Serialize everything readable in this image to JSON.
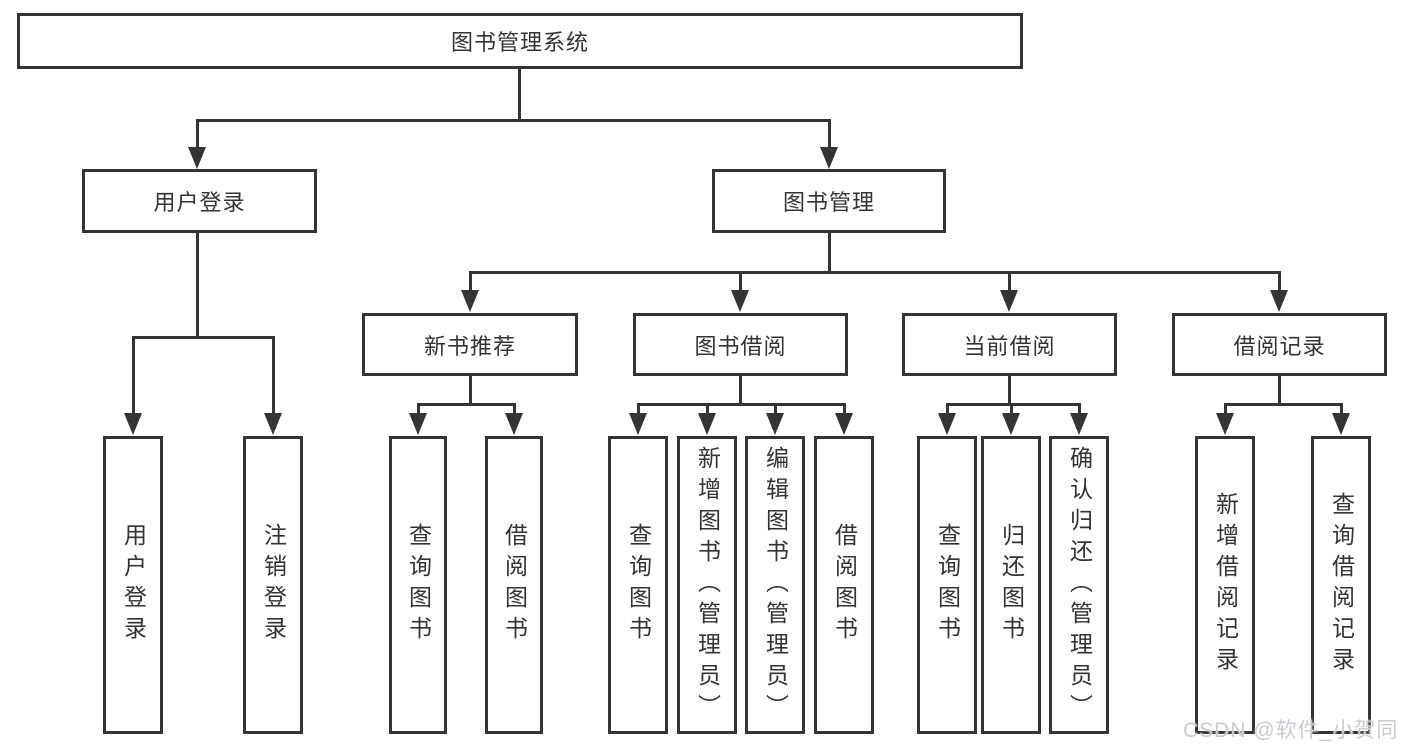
{
  "colors": {
    "line": "#343434",
    "text": "#333333",
    "watermark": "#c8ccd0",
    "background": "#ffffff"
  },
  "root": {
    "label": "图书管理系统"
  },
  "user_login": {
    "label": "用户登录",
    "children": [
      {
        "label": "用户登录"
      },
      {
        "label": "注销登录"
      }
    ]
  },
  "book_management": {
    "label": "图书管理",
    "modules": [
      {
        "label": "新书推荐",
        "children": [
          {
            "label": "查询图书"
          },
          {
            "label": "借阅图书"
          }
        ]
      },
      {
        "label": "图书借阅",
        "children": [
          {
            "label": "查询图书"
          },
          {
            "label": "新增图书（管理员）"
          },
          {
            "label": "编辑图书（管理员）"
          },
          {
            "label": "借阅图书"
          }
        ]
      },
      {
        "label": "当前借阅",
        "children": [
          {
            "label": "查询图书"
          },
          {
            "label": "归还图书"
          },
          {
            "label": "确认归还（管理员）"
          }
        ]
      },
      {
        "label": "借阅记录",
        "children": [
          {
            "label": "新增借阅记录"
          },
          {
            "label": "查询借阅记录"
          }
        ]
      }
    ]
  },
  "watermark": {
    "text": "CSDN @软件_小贺同学"
  }
}
